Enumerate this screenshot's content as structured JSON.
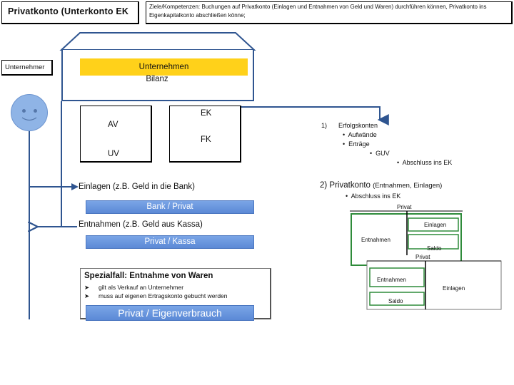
{
  "header": {
    "title": "Privatkonto (Unterkonto EK",
    "goals": "Ziele/Kompetenzen: Buchungen auf Privatkonto (Einlagen und Entnahmen von Geld und Waren) durchführen können, Privatkonto ins Eigenkapitalkonto abschließen könne;"
  },
  "left": {
    "unternehmer": "Unternehmer"
  },
  "house": {
    "unternehmen": "Unternehmen",
    "bilanz": "Bilanz",
    "av": "AV",
    "uv": "UV",
    "ek": "EK",
    "fk": "FK"
  },
  "flows": {
    "einlagen_label": "Einlagen (z.B. Geld in die Bank)",
    "einlagen_booking": "Bank / Privat",
    "entnahmen_label": "Entnahmen (z.B. Geld aus Kassa)",
    "entnahmen_booking": "Privat / Kassa"
  },
  "special": {
    "title": "Spezialfall: Entnahme von Waren",
    "bullets": [
      "gilt als Verkauf an Unternehmer",
      "muss auf eigenen Ertragskonto gebucht werden"
    ],
    "booking": "Privat / Eigenverbrauch"
  },
  "right": {
    "item1_num": "1)",
    "item1_title": "Erfolgskonten",
    "item1_sub": [
      "Aufwände",
      "Erträge"
    ],
    "item1_guv": "GUV",
    "item1_close": "Abschluss ins EK",
    "item2_title": "2) Privatkonto",
    "item2_suffix": "(Entnahmen, Einlagen)",
    "item2_close": "Abschluss ins EK"
  },
  "t_accounts": {
    "top_title": "Privat",
    "top_left": "Entnahmen",
    "top_right_top": "Einlagen",
    "top_right_bottom": "Saldo",
    "bottom_title": "Privat",
    "bottom_left_top": "Entnahmen",
    "bottom_left_bottom": "Saldo",
    "bottom_right": "Einlagen"
  },
  "colors": {
    "house_blue": "#2f5590",
    "yellow": "#ffd11a",
    "booking_blue": "#5b89d6",
    "green_frame": "#2e8b3a"
  }
}
